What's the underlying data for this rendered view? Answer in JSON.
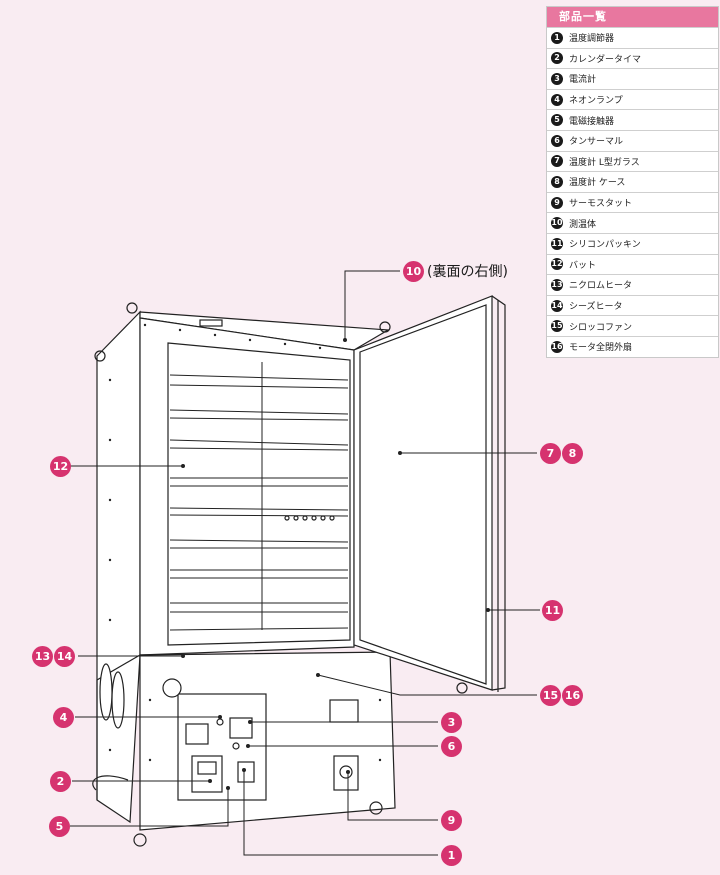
{
  "parts_list": {
    "title": "部品一覧",
    "items": [
      {
        "num": "1",
        "label": "温度調節器"
      },
      {
        "num": "2",
        "label": "カレンダータイマ"
      },
      {
        "num": "3",
        "label": "電流計"
      },
      {
        "num": "4",
        "label": "ネオンランプ"
      },
      {
        "num": "5",
        "label": "電磁接触器"
      },
      {
        "num": "6",
        "label": "タンサーマル"
      },
      {
        "num": "7",
        "label": "温度計 L型ガラス"
      },
      {
        "num": "8",
        "label": "温度計 ケース"
      },
      {
        "num": "9",
        "label": "サーモスタット"
      },
      {
        "num": "10",
        "label": "測温体"
      },
      {
        "num": "11",
        "label": "シリコンパッキン"
      },
      {
        "num": "12",
        "label": "バット"
      },
      {
        "num": "13",
        "label": "ニクロムヒータ"
      },
      {
        "num": "14",
        "label": "シーズヒータ"
      },
      {
        "num": "15",
        "label": "シロッコファン"
      },
      {
        "num": "16",
        "label": "モータ全閉外扇"
      }
    ]
  },
  "callouts": {
    "c10": {
      "nums": [
        "10"
      ],
      "note": "(裏面の右側)"
    },
    "c12": {
      "nums": [
        "12"
      ]
    },
    "c78": {
      "nums": [
        "7",
        "8"
      ]
    },
    "c11": {
      "nums": [
        "11"
      ]
    },
    "c1314": {
      "nums": [
        "13",
        "14"
      ]
    },
    "c1516": {
      "nums": [
        "15",
        "16"
      ]
    },
    "c4": {
      "nums": [
        "4"
      ]
    },
    "c3": {
      "nums": [
        "3"
      ]
    },
    "c6": {
      "nums": [
        "6"
      ]
    },
    "c2": {
      "nums": [
        "2"
      ]
    },
    "c5": {
      "nums": [
        "5"
      ]
    },
    "c9": {
      "nums": [
        "9"
      ]
    },
    "c1": {
      "nums": [
        "1"
      ]
    }
  },
  "colors": {
    "accent": "#d6336f",
    "header": "#e8779f",
    "background": "#f9ecf2",
    "line": "#222222"
  }
}
